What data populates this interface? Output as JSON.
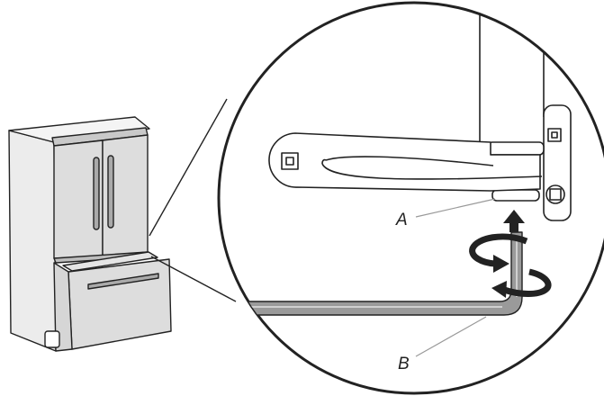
{
  "figure": {
    "callouts": [
      {
        "id": "A",
        "label": "A"
      },
      {
        "id": "B",
        "label": "B"
      }
    ]
  },
  "colors": {
    "line": "#222222",
    "fill": "#ffffff",
    "door": "#dddddd",
    "door_top": "#c9c9c9",
    "shade": "#e5e5e5",
    "panel": "#ececec",
    "tool": "#9a9a9a",
    "tool_light": "#d0d0d0",
    "callout_line": "#999999"
  },
  "icons": [
    "rotate-arrow-icon",
    "up-arrow-icon"
  ]
}
